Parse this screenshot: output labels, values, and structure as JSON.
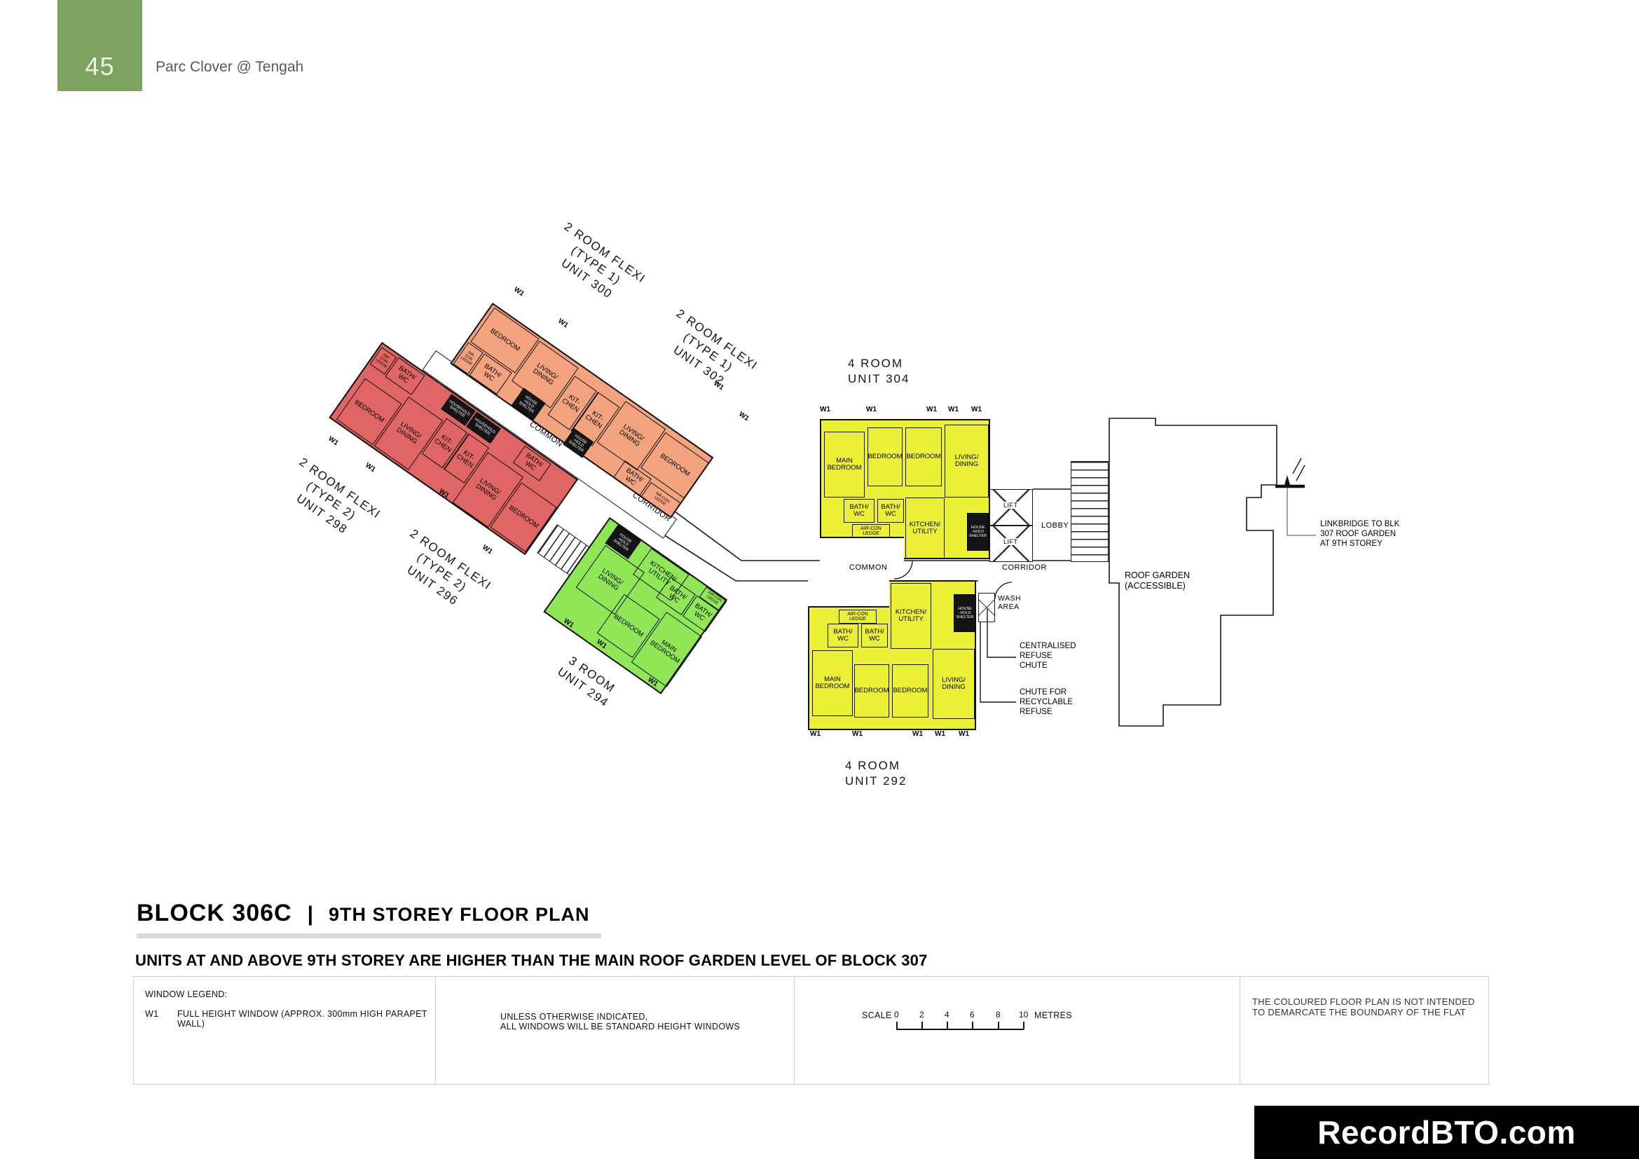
{
  "page": {
    "number": "45",
    "project": "Parc Clover @ Tengah"
  },
  "plan": {
    "room_labels": {
      "bedroom": "BEDROOM",
      "main_bedroom": "MAIN\nBEDROOM",
      "living_dining": "LIVING/\nDINING",
      "kitchen": "KIT-\nCHEN",
      "kitchen_utility": "KITCHEN/\nUTILITY",
      "bath_wc": "BATH/\nWC",
      "aircon_ledge": "AIR-CON\nLEDGE",
      "household_shelter": "HOUSE\n-HOLD\nSHELTER",
      "household_shelter_2": "HOUSEHOLD\nSHELTER",
      "window_tag": "W1"
    },
    "unit_labels": [
      {
        "id": "unit-300",
        "text": "2 ROOM FLEXI\n(TYPE 1)\nUNIT 300"
      },
      {
        "id": "unit-302",
        "text": "2 ROOM FLEXI\n(TYPE 1)\nUNIT 302"
      },
      {
        "id": "unit-298",
        "text": "2 ROOM FLEXI\n(TYPE 2)\nUNIT 298"
      },
      {
        "id": "unit-296",
        "text": "2 ROOM FLEXI\n(TYPE 2)\nUNIT 296"
      },
      {
        "id": "unit-294",
        "text": "3 ROOM\nUNIT 294"
      },
      {
        "id": "unit-304",
        "text": "4 ROOM\nUNIT 304"
      },
      {
        "id": "unit-292",
        "text": "4 ROOM\nUNIT 292"
      }
    ],
    "circulation": {
      "common": "COMMON",
      "corridor": "CORRIDOR",
      "lobby": "LOBBY",
      "lift": "LIFT",
      "wash_area": "WASH\nAREA"
    },
    "annotations": {
      "roof_garden": "ROOF GARDEN\n(ACCESSIBLE)",
      "linkbridge": "LINKBRIDGE TO BLK\n307 ROOF GARDEN\nAT 9TH STOREY",
      "refuse_chute": "CENTRALISED\nREFUSE\nCHUTE",
      "recyclable_chute": "CHUTE FOR\nRECYCLABLE\nREFUSE"
    }
  },
  "title_block": {
    "block": "BLOCK 306C",
    "divider": "|",
    "title": "9TH STOREY FLOOR PLAN",
    "note": "UNITS AT AND ABOVE 9TH STOREY ARE HIGHER THAN THE MAIN ROOF GARDEN LEVEL OF BLOCK 307"
  },
  "legend": {
    "window_legend_title": "WINDOW LEGEND:",
    "w1_code": "W1",
    "w1_desc": "FULL HEIGHT WINDOW (APPROX. 300mm HIGH PARAPET WALL)",
    "windows_note": "UNLESS OTHERWISE INDICATED,\nALL WINDOWS WILL BE STANDARD HEIGHT WINDOWS",
    "scale": {
      "label": "SCALE",
      "ticks": [
        "0",
        "2",
        "4",
        "6",
        "8",
        "10"
      ],
      "unit": "METRES"
    },
    "boundary_note": "THE COLOURED FLOOR PLAN IS NOT INTENDED\nTO DEMARCATE THE BOUNDARY OF THE FLAT"
  },
  "watermark": "RecordBTO.com",
  "colors": {
    "badge_green": "#7CA360",
    "unit_2room_type1": "#F3A47F",
    "unit_2room_type2": "#E06565",
    "unit_3room": "#8FE755",
    "unit_4room": "#EDF136",
    "watermark_bg": "#000000"
  }
}
